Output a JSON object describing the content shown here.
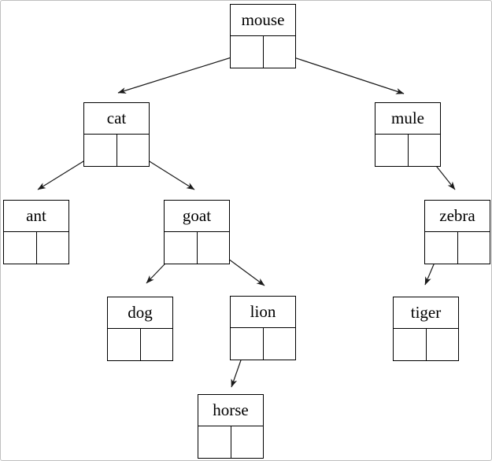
{
  "diagram": {
    "type": "binary-tree-linked-nodes",
    "nodes": {
      "mouse": {
        "label": "mouse"
      },
      "cat": {
        "label": "cat"
      },
      "mule": {
        "label": "mule"
      },
      "ant": {
        "label": "ant"
      },
      "goat": {
        "label": "goat"
      },
      "zebra": {
        "label": "zebra"
      },
      "dog": {
        "label": "dog"
      },
      "lion": {
        "label": "lion"
      },
      "tiger": {
        "label": "tiger"
      },
      "horse": {
        "label": "horse"
      }
    },
    "edges": [
      {
        "from": "mouse",
        "pointer": "left",
        "to": "cat"
      },
      {
        "from": "mouse",
        "pointer": "right",
        "to": "mule"
      },
      {
        "from": "cat",
        "pointer": "left",
        "to": "ant"
      },
      {
        "from": "cat",
        "pointer": "right",
        "to": "goat"
      },
      {
        "from": "goat",
        "pointer": "left",
        "to": "dog"
      },
      {
        "from": "goat",
        "pointer": "right",
        "to": "lion"
      },
      {
        "from": "mule",
        "pointer": "right",
        "to": "zebra"
      },
      {
        "from": "zebra",
        "pointer": "left",
        "to": "tiger"
      },
      {
        "from": "lion",
        "pointer": "left",
        "to": "horse"
      }
    ],
    "colors": {
      "line": "#1a1a1a",
      "node_border": "#000000",
      "background": "#ffffff",
      "page_border": "#bfbfbf"
    }
  }
}
